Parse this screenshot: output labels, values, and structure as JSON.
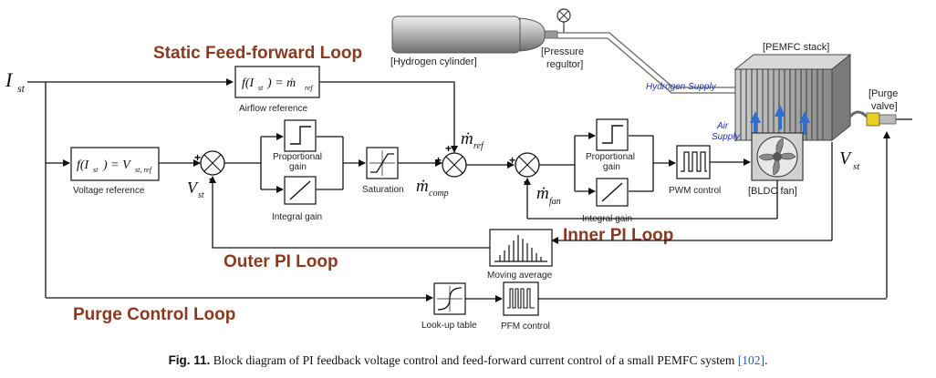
{
  "loops": {
    "static": "Static Feed-forward Loop",
    "outer": "Outer PI Loop",
    "inner": "Inner PI Loop",
    "purge": "Purge Control Loop"
  },
  "signals": {
    "ist": "I",
    "ist_sub": "st",
    "vst": "V",
    "vst_sub": "st",
    "m_ref": "ref",
    "m_comp": "comp",
    "m_fan": "fan",
    "m_symbol": "ṁ"
  },
  "blocks": {
    "airflow_fn": "f(I",
    "airflow_fn_sub": "st",
    "airflow_fn_rest": ") = ṁ",
    "airflow_fn_rest_sub": "ref",
    "airflow_label": "Airflow reference",
    "voltage_fn": "f(I",
    "voltage_fn_sub": "st",
    "voltage_fn_rest": ") = V",
    "voltage_fn_rest_sub": "st, ref",
    "voltage_label": "Voltage reference",
    "prop_gain_1a": "Proportional",
    "prop_gain_1b": "gain",
    "int_gain_1": "Integral gain",
    "saturation": "Saturation",
    "prop_gain_2a": "Proportional",
    "prop_gain_2b": "gain",
    "int_gain_2": "Integral gain",
    "pwm": "PWM control",
    "moving_avg": "Moving average",
    "lookup": "Look-up table",
    "pfm": "PFM control"
  },
  "hardware": {
    "cylinder": "[Hydrogen cylinder]",
    "regulator_a": "[Pressure",
    "regulator_b": "regultor]",
    "stack": "[PEMFC stack]",
    "purge_a": "[Purge",
    "purge_b": "valve]",
    "fan": "[BLDC fan]",
    "h2_supply": "Hydrogen Supply",
    "air_a": "Air",
    "air_b": "Supply"
  },
  "caption": {
    "label": "Fig. 11.",
    "text": " Block diagram of PI feedback voltage control and feed-forward current control of a small PEMFC system ",
    "ref": "[102]",
    "end": "."
  }
}
